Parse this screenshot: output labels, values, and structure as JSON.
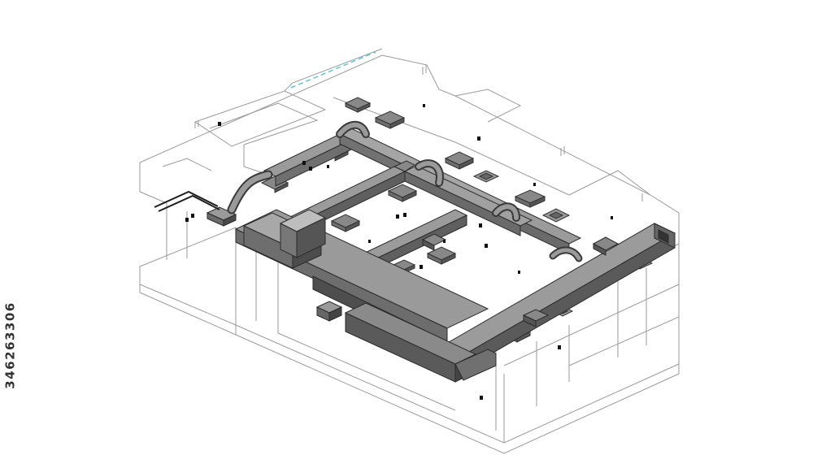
{
  "stock_id": "346263306",
  "colors": {
    "background": "#ffffff",
    "outline": "#9a9a9a",
    "duct_top": "#9b9b9b",
    "duct_side": "#6f6f6f",
    "duct_dark": "#4a4a4a",
    "dashed_line": "#57c8d6"
  },
  "icons": [
    "duct-network",
    "air-diffuser",
    "flexible-duct",
    "air-handling-unit",
    "cable-tray"
  ]
}
